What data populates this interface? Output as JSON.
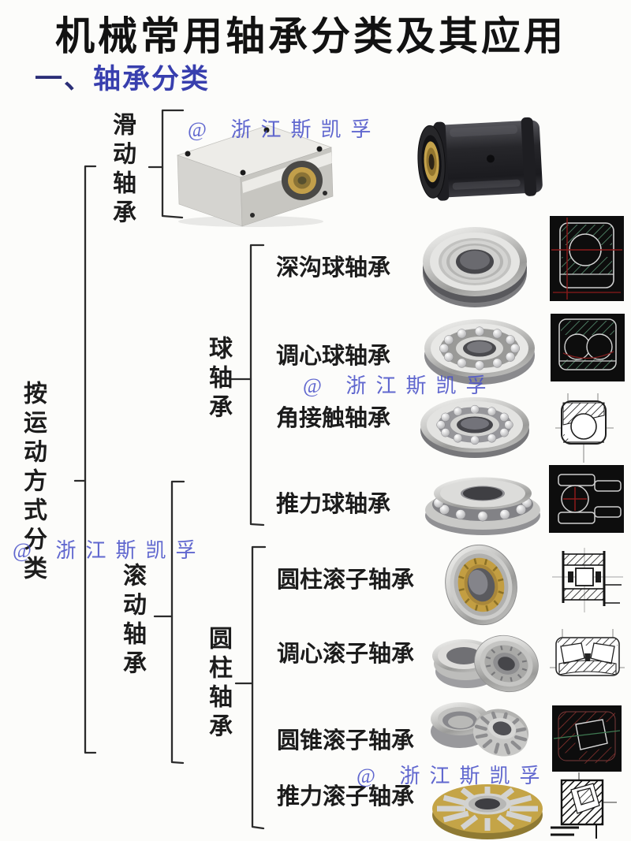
{
  "page": {
    "title": "机械常用轴承分类及其应用",
    "heading_prefix": "一、",
    "heading_text": "轴承分类",
    "watermark": "@ 浙江斯凯孚"
  },
  "tree": {
    "root": "按运动方式分类",
    "sliding": "滑动轴承",
    "rolling": "滚动轴承",
    "ball": "球轴承",
    "cylindrical": "圆柱轴承",
    "ball_types": [
      "深沟球轴承",
      "调心球轴承",
      "角接触轴承",
      "推力球轴承"
    ],
    "roller_types": [
      "圆柱滚子轴承",
      "调心滚子轴承",
      "圆锥滚子轴承",
      "推力滚子轴承"
    ]
  },
  "colors": {
    "heading_blue": "#383fae",
    "watermark_blue": "#4a52c8",
    "text_black": "#1c1c1c",
    "schematic_bg": "#0d0d0d",
    "schematic_green": "#5e9c7a",
    "schematic_red": "#8c1b1b",
    "brass": "#c4a447"
  },
  "images": {
    "photos": [
      "linear-slide-unit-photo",
      "linear-bearing-black-photo",
      "deep-groove-ball-bearing-photo",
      "self-aligning-ball-bearing-photo",
      "angular-contact-bearing-photo",
      "thrust-ball-bearing-photo",
      "cylindrical-roller-bearing-photo",
      "self-aligning-roller-bearing-photo",
      "tapered-roller-bearing-photo",
      "thrust-roller-bearing-photo"
    ],
    "schematics": [
      "deep-groove-ball-schematic",
      "self-aligning-ball-schematic",
      "angular-contact-schematic",
      "thrust-ball-schematic",
      "cylindrical-roller-schematic",
      "self-aligning-roller-schematic",
      "tapered-roller-schematic",
      "thrust-roller-schematic"
    ]
  }
}
